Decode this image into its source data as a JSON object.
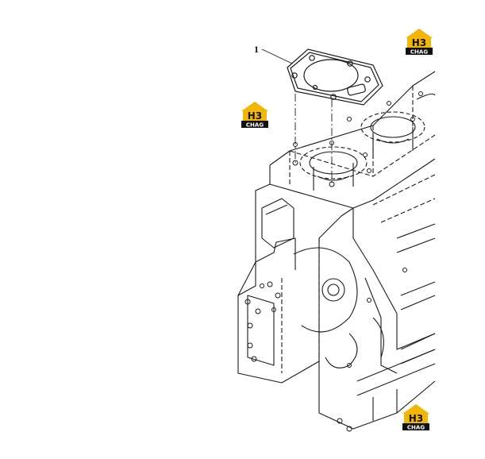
{
  "diagram": {
    "callouts": [
      {
        "label": "1",
        "part": "cylinder-head-gasket"
      }
    ]
  },
  "watermarks": [
    {
      "main": "H3",
      "sub": "CHAG",
      "colors": {
        "roof": "#f2b705",
        "body": "#111111"
      }
    },
    {
      "main": "H3",
      "sub": "CHAG",
      "colors": {
        "roof": "#f2b705",
        "body": "#111111"
      }
    },
    {
      "main": "H3",
      "sub": "CHAG",
      "colors": {
        "roof": "#f2b705",
        "body": "#111111"
      }
    }
  ],
  "colors": {
    "line": "#1a1a1a",
    "background": "#ffffff",
    "accent": "#f2b705"
  }
}
